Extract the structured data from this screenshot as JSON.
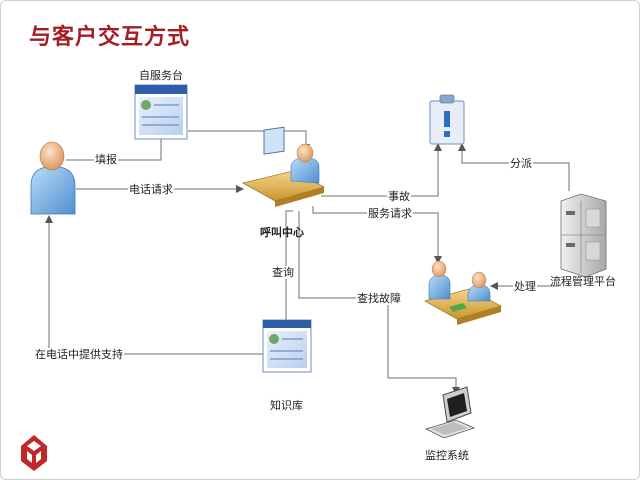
{
  "title": "与客户交互方式",
  "nodes": {
    "self_service": "自服务台",
    "call_center": "呼叫中心",
    "knowledge_base": "知识库",
    "monitoring": "监控系统",
    "process_platform": "流程管理平台"
  },
  "edges": {
    "fill_report": "填报",
    "phone_request": "电话请求",
    "incident": "事故",
    "service_request": "服务请求",
    "query": "查询",
    "find_fault": "查找故障",
    "phone_support": "在电话中提供支持",
    "dispatch": "分派",
    "handle": "处理"
  },
  "colors": {
    "title": "#a31d22",
    "line": "#6d6d6d",
    "accent_blue": "#6aa0d8",
    "logo": "#c1272d"
  }
}
